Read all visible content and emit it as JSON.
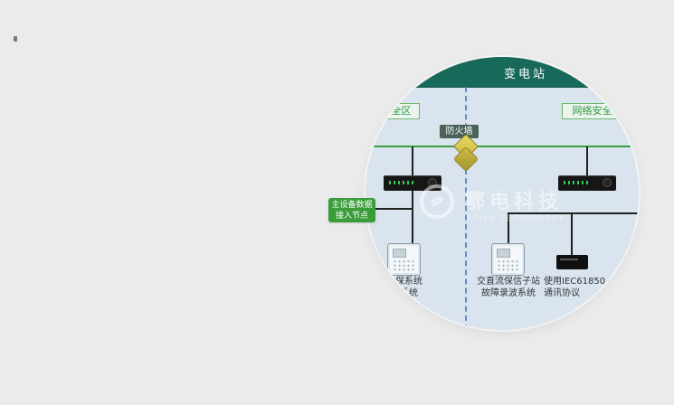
{
  "page": {
    "background_color": "#ebebeb"
  },
  "diagram": {
    "header": {
      "title": "变电站",
      "bg_color": "#17695a"
    },
    "zones": {
      "left_label": "网络安全区",
      "right_label": "网络安全区",
      "label_color": "#2f9a3a"
    },
    "firewall": {
      "label": "防火墙",
      "icon": "firewall-brick-icon",
      "label_bg": "#4a6258"
    },
    "bus_color": "#3aa03c",
    "divider_color": "#4d86c6",
    "node_badge": {
      "line1": "主设备数据",
      "line2": "接入节点",
      "bg_color": "#3a9d3a"
    },
    "captions": {
      "left": {
        "line1": "保系统",
        "line2": "系统"
      },
      "middle": {
        "line1": "交直流保信子站",
        "line2": "故障录波系统"
      },
      "right": {
        "line1": "使用IEC61850",
        "line2": "通讯协议"
      }
    },
    "icons": {
      "switch": "rack-switch-icon",
      "relay": "protection-relay-icon",
      "gateway": "comm-gateway-icon",
      "firewall": "firewall-brick-icon",
      "watermark_logo": "ring-logo-icon"
    },
    "watermark": {
      "title": "鄂电科技",
      "subtitle": "EDIAN TECHNOLOGY"
    }
  }
}
